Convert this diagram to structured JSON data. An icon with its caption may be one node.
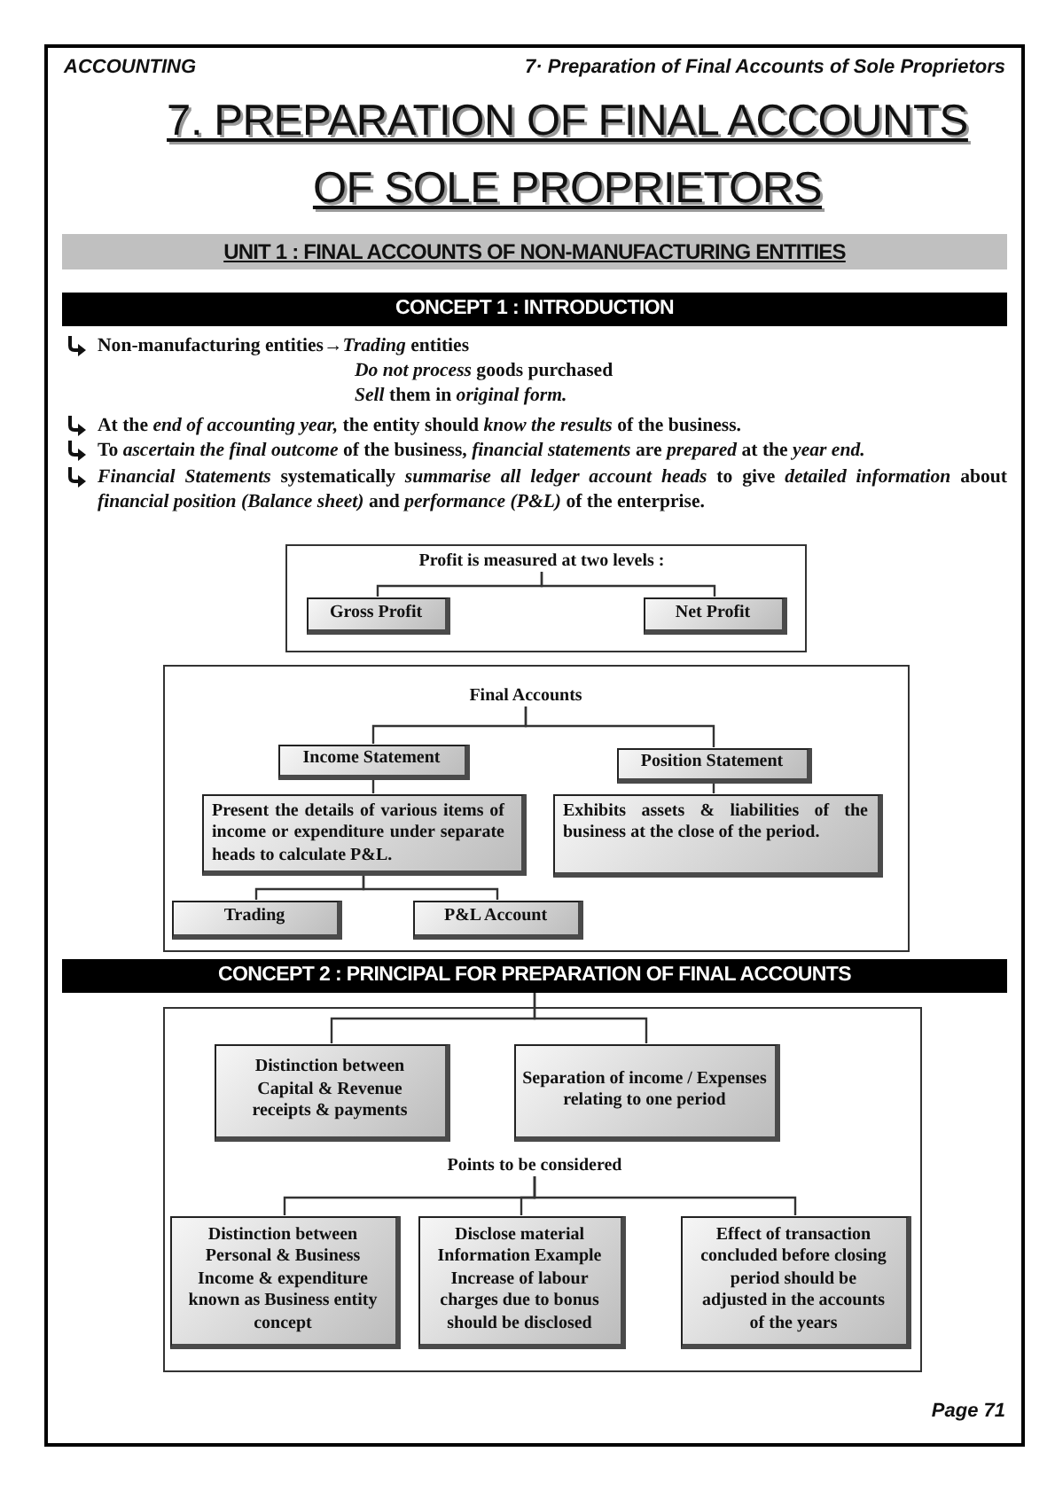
{
  "diagram": {
    "title": "7. PREPARATION OF FINAL ACCOUNTS OF SOLE PROPRIETORS",
    "nodes": [
      {
        "text": [
          "UNIT 1 : FINAL ACCOUNTS OF NON-MANUFACTURING ENTITIES"
        ]
      },
      {
        "text": [
          "CONCEPT 1 : INTRODUCTION"
        ]
      },
      {
        "text": [],
        "shape": "box"
      },
      {
        "text": [
          "Profit is measured at two levels :"
        ],
        "in": 2
      },
      {
        "text": [
          "Gross Profit"
        ],
        "in": 2
      },
      {
        "text": [
          "Net Profit"
        ],
        "in": 2
      },
      {
        "text": [],
        "shape": "box"
      },
      {
        "text": [
          "Final Accounts"
        ],
        "in": 6
      },
      {
        "text": [
          "Income Statement"
        ],
        "in": 6
      },
      {
        "text": [
          "Position Statement"
        ],
        "in": 6
      },
      {
        "text": [
          "Present the details of various items of income or expenditure under separate heads to calculate P&L."
        ],
        "in": 6
      },
      {
        "text": [
          "Exhibits assets & liabilities of the business at the close of the period."
        ],
        "in": 6
      },
      {
        "text": [
          "Trading"
        ],
        "in": 6
      },
      {
        "text": [
          "P&L Account"
        ],
        "in": 6
      },
      {
        "text": [
          "CONCEPT 2 : PRINCIPAL FOR PREPARATION OF FINAL ACCOUNTS"
        ]
      },
      {
        "text": [],
        "shape": "box"
      },
      {
        "text": [
          "Distinction between Capital & Revenue receipts & payments"
        ],
        "in": 15
      },
      {
        "text": [
          "Separation of income / Expenses relating to one period"
        ],
        "in": 15
      },
      {
        "text": [
          "Points to be considered"
        ],
        "in": 15
      },
      {
        "text": [
          "Distinction between Personal & Business Income & expenditure known as Business entity concept"
        ],
        "in": 15
      },
      {
        "text": [
          "Disclose material Information Example Increase of labour charges due to bonus should be disclosed"
        ],
        "in": 15
      },
      {
        "text": [
          "Effect of transaction concluded before closing period should be adjusted in the accounts of the years"
        ],
        "in": 15
      }
    ],
    "edges": [
      {
        "from": 3,
        "to": 4,
        "arrow": "none"
      },
      {
        "from": 3,
        "to": 5,
        "arrow": "none"
      },
      {
        "from": 7,
        "to": 8,
        "arrow": "none"
      },
      {
        "from": 7,
        "to": 9,
        "arrow": "none"
      },
      {
        "from": 8,
        "to": 10,
        "arrow": "none"
      },
      {
        "from": 9,
        "to": 11,
        "arrow": "none"
      },
      {
        "from": 10,
        "to": 12,
        "arrow": "none"
      },
      {
        "from": 10,
        "to": 13,
        "arrow": "none"
      },
      {
        "from": 14,
        "to": 16,
        "arrow": "none"
      },
      {
        "from": 14,
        "to": 17,
        "arrow": "none"
      },
      {
        "from": 18,
        "to": 19,
        "arrow": "none"
      },
      {
        "from": 18,
        "to": 20,
        "arrow": "none"
      },
      {
        "from": 18,
        "to": 21,
        "arrow": "none"
      }
    ],
    "labels": [
      "ACCOUNTING",
      "7· Preparation of Final Accounts of Sole Proprietors",
      "Non-manufacturing entities→*Trading* entities",
      "*Do not process* goods purchased",
      "*Sell* them in *original form.*",
      "At the *end of accounting year,* the entity should *know the results* of the business.",
      "To *ascertain the final outcome* of the business, *financial statements* are *prepared* at the *year end.*",
      "*Financial Statements* systematically *summarise all ledger account heads* to give *detailed information* about *financial position (Balance sheet)* and *performance (P&L)* of the enterprise.",
      "Page 71"
    ]
  }
}
